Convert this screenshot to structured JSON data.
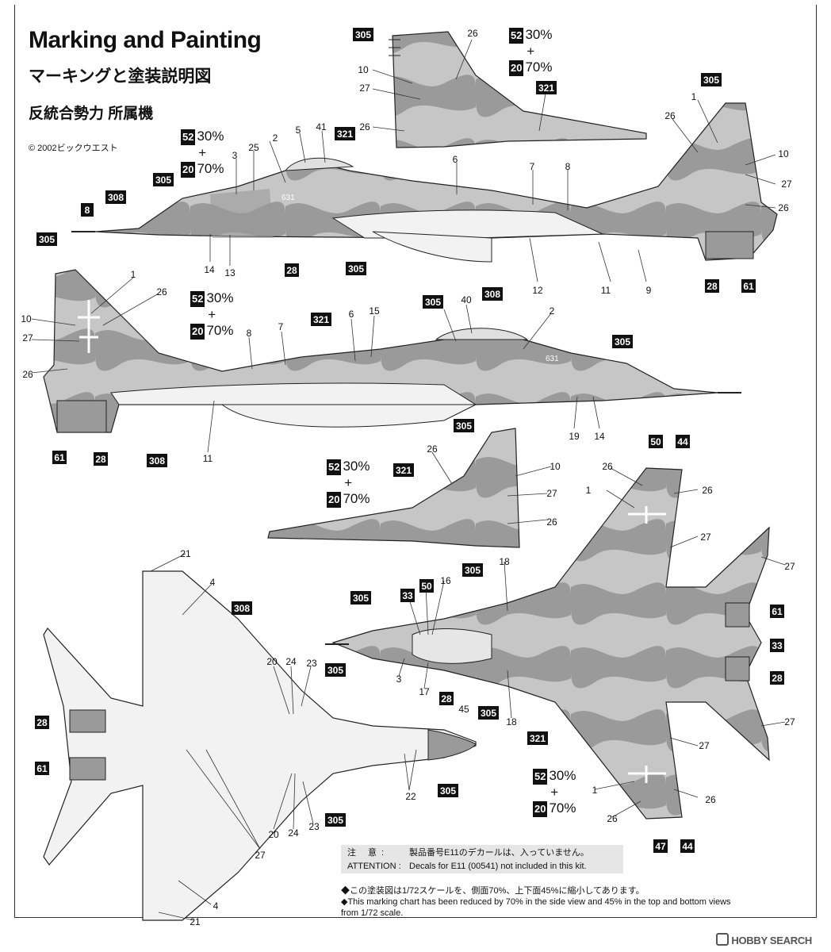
{
  "header": {
    "title": "Marking and Painting",
    "subtitle_jp": "マーキングと塗装説明図",
    "unit_jp": "反統合勢力 所属機",
    "copyright": "© 2002ビックウエスト"
  },
  "paint_ratio": {
    "primary_code": "52",
    "primary_pct": "30%",
    "plus": "+",
    "secondary_code": "20",
    "secondary_pct": "70%"
  },
  "codes": {
    "c305": "305",
    "c321": "321",
    "c308": "308",
    "c8": "8",
    "c28": "28",
    "c61": "61",
    "c50": "50",
    "c44": "44",
    "c47": "47",
    "c33": "33"
  },
  "callouts": {
    "n1": "1",
    "n2": "2",
    "n3": "3",
    "n4": "4",
    "n5": "5",
    "n6": "6",
    "n7": "7",
    "n8": "8",
    "n9": "9",
    "n10": "10",
    "n11": "11",
    "n12": "12",
    "n13": "13",
    "n14": "14",
    "n15": "15",
    "n16": "16",
    "n17": "17",
    "n18": "18",
    "n19": "19",
    "n20": "20",
    "n21": "21",
    "n22": "22",
    "n23": "23",
    "n24": "24",
    "n25": "25",
    "n26": "26",
    "n27": "27",
    "n28": "28",
    "n33": "33",
    "n40": "40",
    "n41": "41",
    "n45": "45",
    "n50": "50"
  },
  "aircraft_number": "631",
  "attention": {
    "label_jp": "注 意:",
    "text_jp": "製品番号E11のデカールは、入っていません。",
    "label_en": "ATTENTION :",
    "text_en": "Decals for E11 (00541) not included in this kit."
  },
  "notes": {
    "jp": "◆この塗装図は1/72スケールを、側面70%、上下面45%に縮小してあります。",
    "en1": "◆This marking chart has been reduced by 70% in the side view and 45% in the top and bottom views",
    "en2": "from 1/72 scale."
  },
  "watermark": "HOBBY SEARCH",
  "colors": {
    "camo_light": "#c6c6c6",
    "camo_dark": "#9a9a9a",
    "underside": "#f2f2f2",
    "ink": "#111111"
  }
}
